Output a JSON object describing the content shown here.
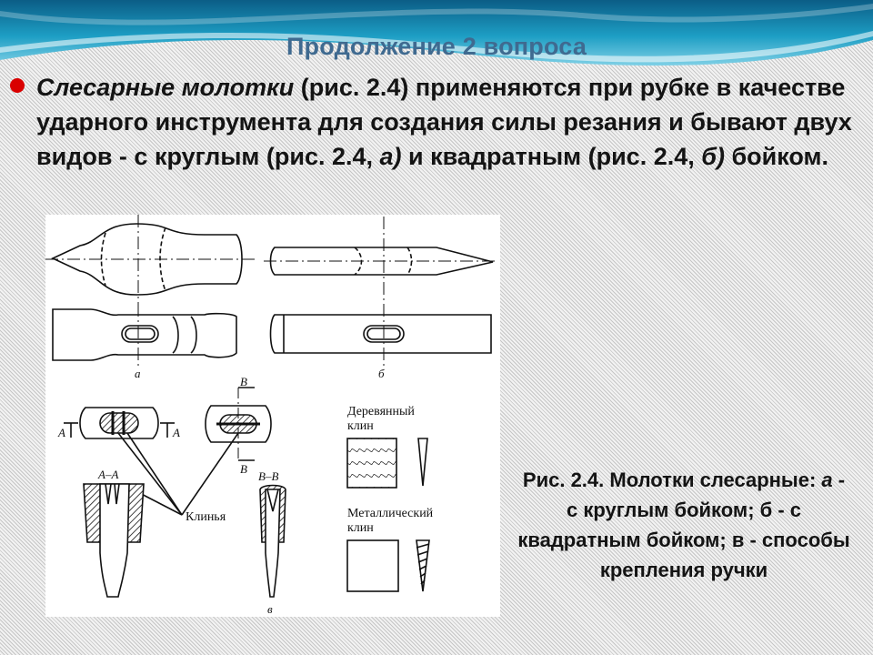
{
  "slide": {
    "title": "Продолжение 2 вопроса",
    "paragraph": {
      "term": "Слесарные молотки",
      "p1": " (рис. 2.4) применяются при рубке в качестве ударного инструмента для создания силы резания и бывают двух видов - с круглым (рис. 2.4, ",
      "a": "а)",
      "p2": " и квадратным (рис. 2.4, ",
      "b": "б)",
      "p3": " бойком."
    },
    "caption": {
      "c1": "Рис. 2.4. Молотки слесарные: ",
      "a": "а",
      "c2": " - с круглым бойком; б - с квадратным бойком; в - способы крепления ручки"
    },
    "figure": {
      "label_a": "а",
      "label_b": "б",
      "label_v": "в",
      "section_aa": "А–А",
      "section_bb": "В–В",
      "letter_a": "А",
      "letter_b": "В",
      "wedges": "Клинья",
      "wood_wedge_1": "Деревянный",
      "wood_wedge_2": "клин",
      "metal_wedge_1": "Металлический",
      "metal_wedge_2": "клин"
    },
    "colors": {
      "accent_red": "#d90000",
      "title_blue": "#3f6a90",
      "wave_teal": "#1f9fc2"
    }
  }
}
